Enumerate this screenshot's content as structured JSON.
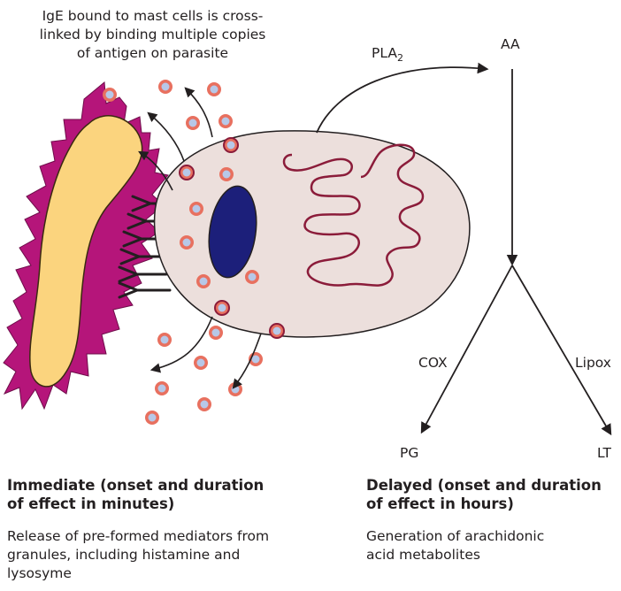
{
  "top_caption": [
    "IgE bound to mast cells is cross-",
    "linked by binding multiple copies",
    "of antigen on parasite"
  ],
  "pathway": {
    "enzyme_pla": "PLA",
    "enzyme_pla_sub": "2",
    "aa_top": "AA",
    "cox": "COX",
    "lipox": "Lipox",
    "pg": "PG",
    "lt": "LT"
  },
  "immediate": {
    "heading_line1": "Immediate (onset and duration",
    "heading_line2": "of effect in minutes)",
    "desc_line1": "Release of pre-formed mediators from",
    "desc_line2": "granules, including histamine and",
    "desc_line3": "lysosyme"
  },
  "delayed": {
    "heading_line1": "Delayed (onset and duration",
    "heading_line2": "of effect in hours)",
    "desc_line1": "Generation of arachidonic",
    "desc_line2": "acid metabolites"
  },
  "colors": {
    "parasite_fill": "#fbd47e",
    "parasite_spikes": "#b5157a",
    "cell_fill": "#ecdfdc",
    "cell_outline": "#8b1c3a",
    "nucleus_fill": "#1c1f7a",
    "granule_ring": "#e8705f",
    "granule_core": "#b7c8e8"
  }
}
